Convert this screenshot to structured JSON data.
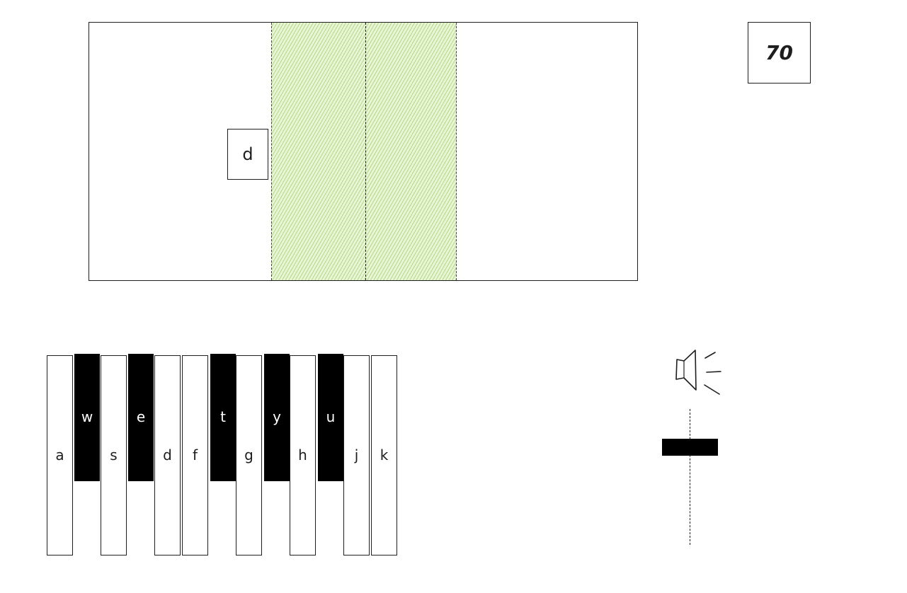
{
  "game": {
    "falling_note_label": "d",
    "score": "70"
  },
  "keyboard": {
    "white_keys": [
      "a",
      "s",
      "d",
      "f",
      "g",
      "h",
      "j",
      "k"
    ],
    "black_keys": [
      "w",
      "e",
      "t",
      "y",
      "u"
    ]
  },
  "volume": {
    "icon": "speaker-icon",
    "level": 0.72
  },
  "colors": {
    "target_zone": "#a8d678",
    "ink": "#1e1e1e"
  }
}
